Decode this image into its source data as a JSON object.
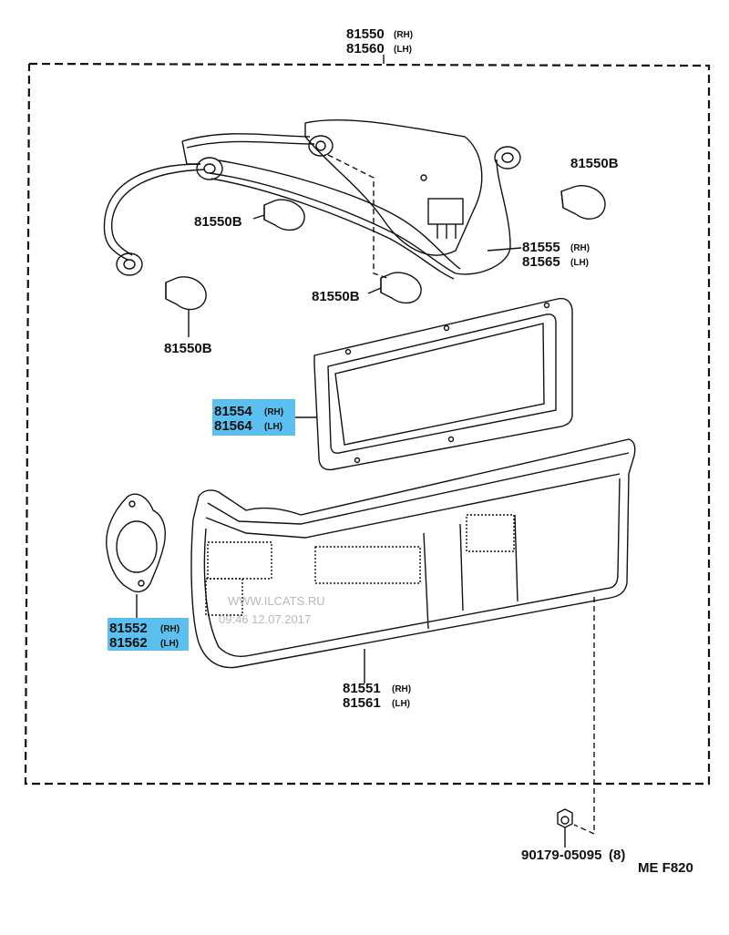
{
  "assembly": {
    "part": "81550",
    "side_rh": "(RH)",
    "part_lh": "81560",
    "side_lh": "(LH)"
  },
  "bulbs": {
    "top_right": "81550B",
    "middle": "81550B",
    "lower_mid": "81550B",
    "lower_left": "81550B"
  },
  "socket": {
    "part_rh": "81555",
    "side_rh": "(RH)",
    "part_lh": "81565",
    "side_lh": "(LH)"
  },
  "gasket_large": {
    "part_rh": "81554",
    "side_rh": "(RH)",
    "part_lh": "81564",
    "side_lh": "(LH)"
  },
  "gasket_small": {
    "part_rh": "81552",
    "side_rh": "(RH)",
    "part_lh": "81562",
    "side_lh": "(LH)"
  },
  "lens": {
    "part_rh": "81551",
    "side_rh": "(RH)",
    "part_lh": "81561",
    "side_lh": "(LH)"
  },
  "nut": {
    "part": "90179-05095",
    "qty": "(8)"
  },
  "code": "ME  F820",
  "watermark": {
    "line1": "WWW.ILCATS.RU",
    "line2": "09:46 12.07.2017"
  },
  "colors": {
    "highlight": "#5bc0ef",
    "ink": "#111111"
  }
}
